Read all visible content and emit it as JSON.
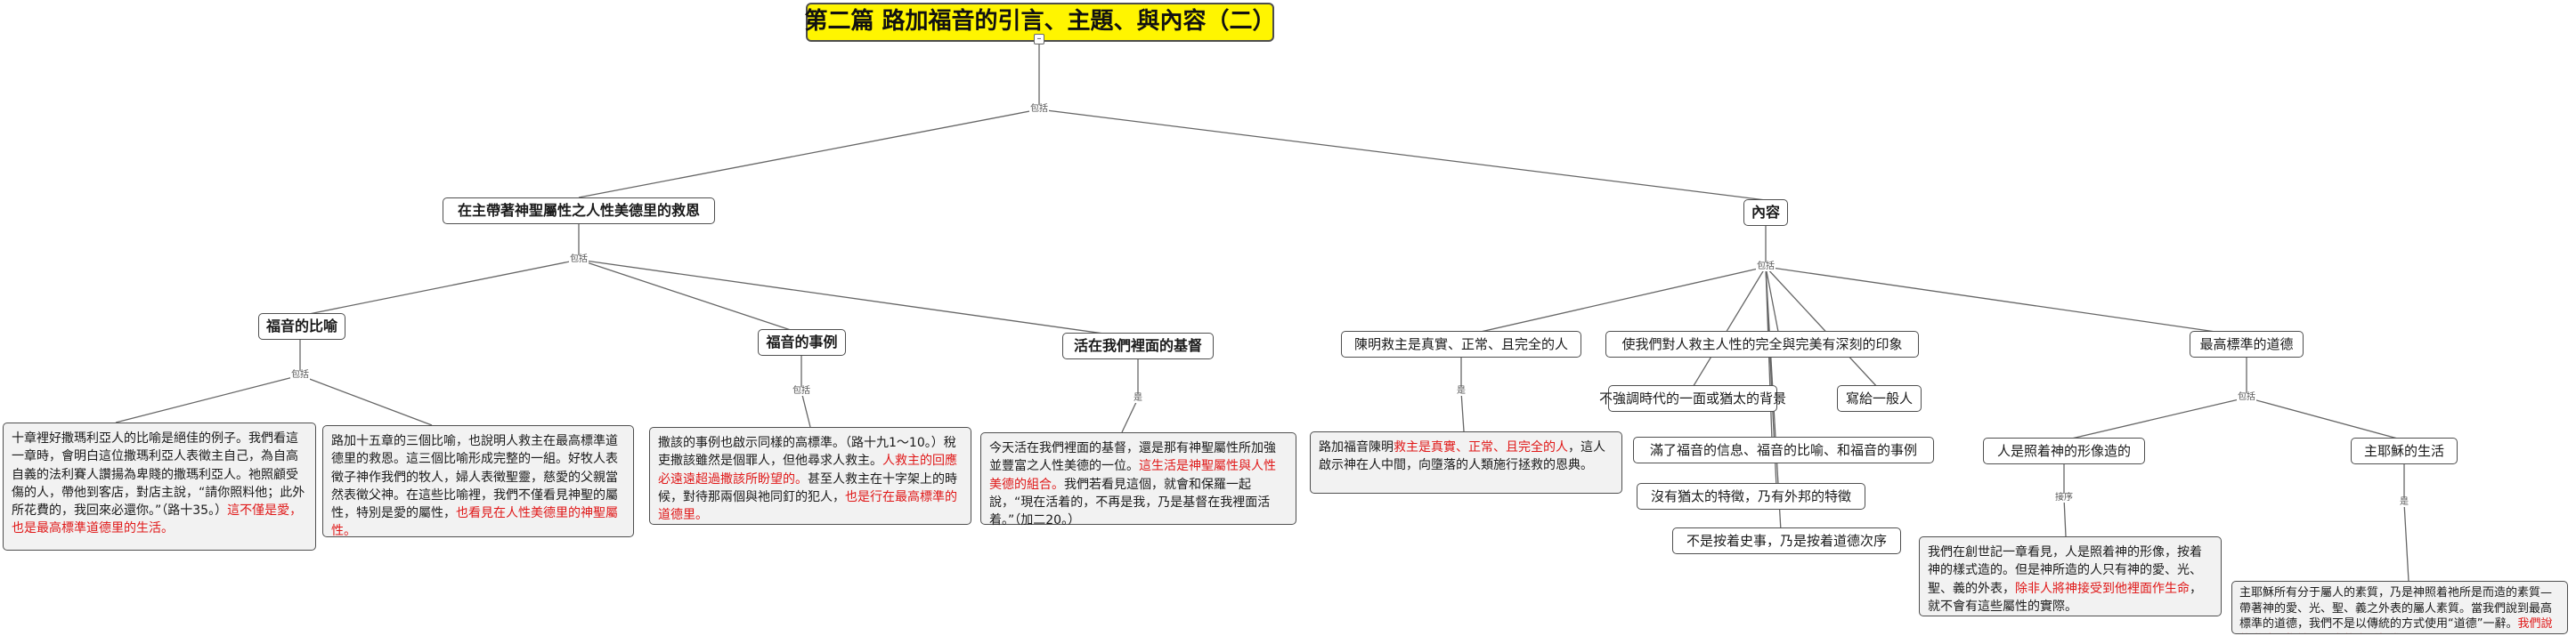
{
  "root": {
    "title": "第二篇 路加福音的引言、主題、與內容（二）"
  },
  "connectors": {
    "root": "包括",
    "left": "包括",
    "parables": "包括",
    "events": "包括",
    "living": "是",
    "content": "包括",
    "savior": "是",
    "highest": "包括",
    "image": "接序",
    "life": "是"
  },
  "branches": {
    "left": {
      "title": "在主帶著神聖屬性之人性美德里的救恩"
    },
    "content": {
      "title": "內容"
    }
  },
  "left": {
    "parables": {
      "title": "福音的比喻",
      "note1": {
        "text": "十章裡好撒瑪利亞人的比喻是絕佳的例子。我們看這一章時，會明白這位撒瑪利亞人表徵主自己，為自高自義的法利賽人讚揚為卑賤的撒瑪利亞人。祂照顧受傷的人，帶他到客店，對店主說，“請你照料他；此外所花費的，我回來必還你。”（路十35。）",
        "red": "這不僅是愛，也是最高標準道德里的生活。"
      },
      "note2": {
        "text": "路加十五章的三個比喻，也說明人救主在最高標準道德里的救恩。這三個比喻形成完整的一組。好牧人表徵子神作我們的牧人，婦人表徵聖靈，慈愛的父親當然表徵父神。在這些比喻裡，我們不僅看見神聖的屬性，特別是愛的屬性，",
        "red": "也看見在人性美德里的神聖屬性。"
      }
    },
    "events": {
      "title": "福音的事例",
      "note": {
        "text1": "撒該的事例也啟示同樣的高標準。（路十九1～10。）稅吏撒該雖然是個罪人，但他尋求人救主。",
        "red1": "人救主的回應必遠遠超過撒該所盼望的。",
        "text2": "甚至人救主在十字架上的時候，對待那兩個與祂同釘的犯人，",
        "red2": "也是行在最高標準的道德里。"
      }
    },
    "living": {
      "title": "活在我們裡面的基督",
      "note": {
        "text1": "今天活在我們裡面的基督，還是那有神聖屬性所加強並豐富之人性美德的一位。",
        "red1": "這生活是神聖屬性與人性美德的組合。",
        "text2": "我們若看見這個，就會和保羅一起說，“現在活着的，不再是我，乃是基督在我裡面活着。”（加二20。）"
      }
    }
  },
  "content": {
    "savior": {
      "title": "陳明救主是真實、正常、且完全的人",
      "note": {
        "text1": "路加福音陳明",
        "red1": "救主是真實、正常、且完全的人",
        "text2": "，這人啟示神在人中間，向墮落的人類施行拯救的恩典。"
      }
    },
    "impression": {
      "title": "使我們對人救主人性的完全與完美有深刻的印象"
    },
    "items": [
      "不強調時代的一面或猶太的背景",
      "寫給一般人",
      "滿了福音的信息、福音的比喻、和福音的事例",
      "沒有猶太的特徵，乃有外邦的特徵",
      "不是按着史事，乃是按着道德次序"
    ],
    "highest": {
      "title": "最高標準的道德",
      "image": {
        "title": "人是照着神的形像造的",
        "note": {
          "text1": "我們在創世記一章看見，人是照着神的形像，按着神的樣式造的。但是神所造的人只有神的愛、光、聖、義的外表，",
          "red1": "除非人將神接受到他裡面作生命",
          "text2": "，就不會有這些屬性的實際。"
        }
      },
      "life": {
        "title": "主耶穌的生活",
        "note": {
          "text1": "主耶穌所有分于屬人的素質，乃是神照着祂所是而造的素質—帶著神的愛、光、聖、義之外表的屬人素質。當我們說到最高標準的道德，我們不是以傳統的方式使用“道德”一辭。",
          "red1": "我們說的道德是指神所要求的生活標準。"
        }
      }
    }
  }
}
